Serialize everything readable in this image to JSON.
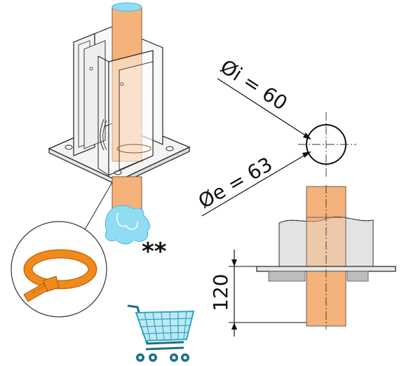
{
  "labels": {
    "inner_diameter": "Øi = 60",
    "outer_diameter": "Øe = 63",
    "height_dim": "120",
    "note_marker": "**"
  },
  "icons": {
    "cable_tie": "cable-tie-icon",
    "shopping_cart": "shopping-cart-icon",
    "water_outflow": "water-splash-icon"
  },
  "colors": {
    "pipe": "#f5b27a",
    "pipe_edge": "#8a5a2b",
    "water": "#7fd3ee",
    "cable_tie": "#f08a1c",
    "cart": "#2aa8c6",
    "cart_wheels": "#1e6f86",
    "grey_block": "#d9d9d9",
    "dark_grey": "#9a9a9a"
  }
}
